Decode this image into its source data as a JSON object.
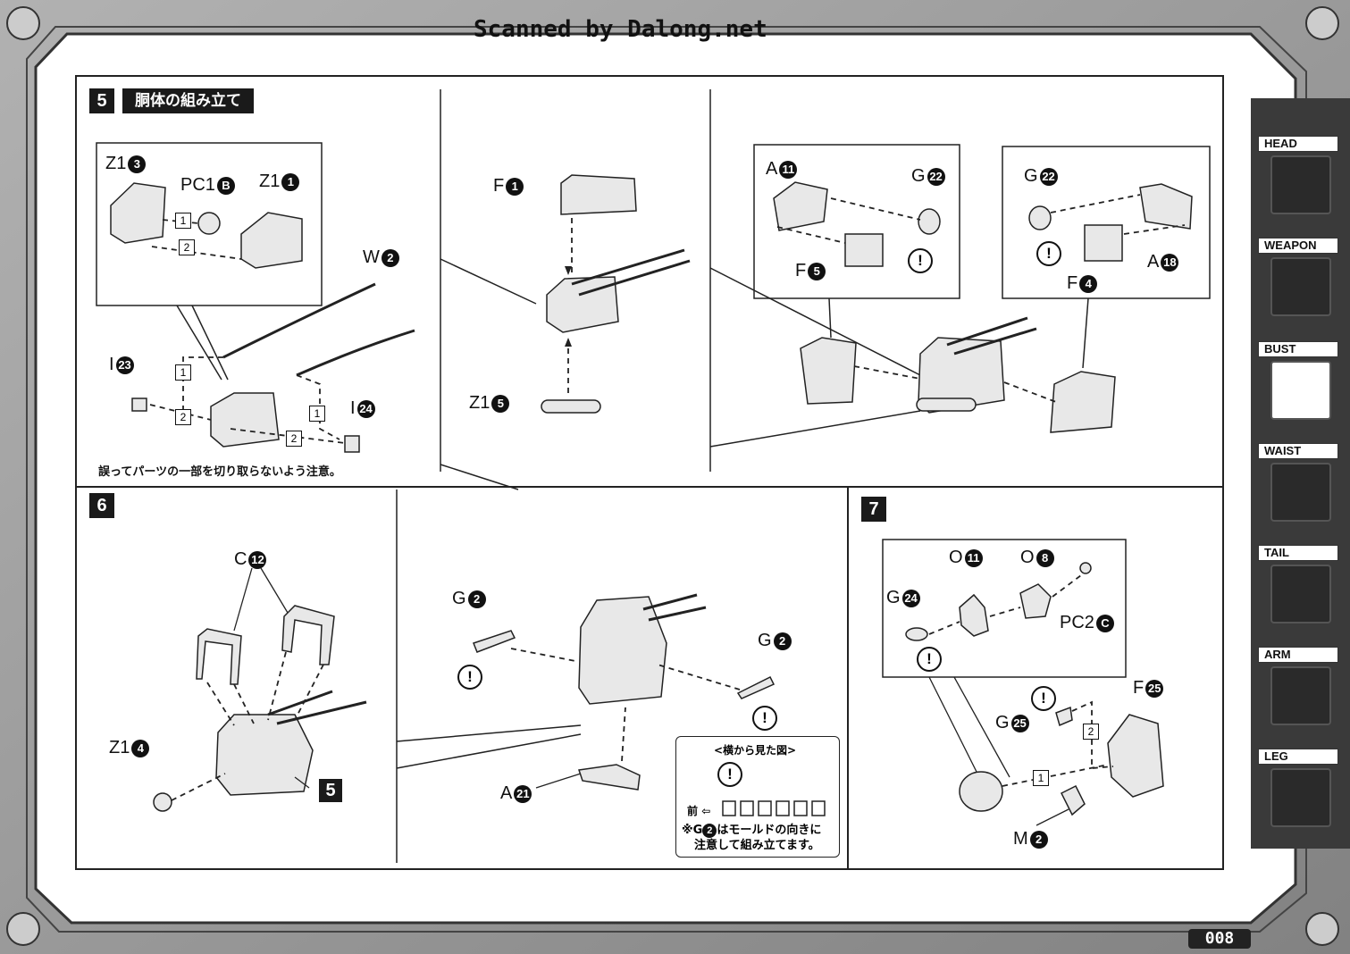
{
  "scanner_credit": "Scanned by Dalong.net",
  "page_number": "008",
  "side_nav": [
    {
      "label": "HEAD",
      "icon": "head-icon",
      "active": false
    },
    {
      "label": "WEAPON",
      "icon": "weapon-icon",
      "active": false
    },
    {
      "label": "BUST",
      "icon": "bust-icon",
      "active": true
    },
    {
      "label": "WAIST",
      "icon": "waist-icon",
      "active": false
    },
    {
      "label": "TAIL",
      "icon": "tail-icon",
      "active": false
    },
    {
      "label": "ARM",
      "icon": "arm-icon",
      "active": false
    },
    {
      "label": "LEG",
      "icon": "leg-icon",
      "active": false
    }
  ],
  "step5": {
    "number": "5",
    "title": "胴体の組み立て",
    "note": "誤ってパーツの一部を切り取らないよう注意。",
    "parts": {
      "z1_3": {
        "letter": "Z1",
        "num": "3"
      },
      "pc1_b": {
        "letter": "PC1",
        "num": "B"
      },
      "z1_1": {
        "letter": "Z1",
        "num": "1"
      },
      "w_2": {
        "letter": "W",
        "num": "2"
      },
      "i_23": {
        "letter": "I",
        "num": "23"
      },
      "i_24": {
        "letter": "I",
        "num": "24"
      },
      "f_1": {
        "letter": "F",
        "num": "1"
      },
      "z1_5": {
        "letter": "Z1",
        "num": "5"
      },
      "a_11": {
        "letter": "A",
        "num": "11"
      },
      "g_22a": {
        "letter": "G",
        "num": "22"
      },
      "f_5": {
        "letter": "F",
        "num": "5"
      },
      "g_22b": {
        "letter": "G",
        "num": "22"
      },
      "a_18": {
        "letter": "A",
        "num": "18"
      },
      "f_4": {
        "letter": "F",
        "num": "4"
      }
    }
  },
  "step6": {
    "number": "6",
    "parts": {
      "c_12": {
        "letter": "C",
        "num": "12"
      },
      "z1_4": {
        "letter": "Z1",
        "num": "4"
      },
      "g_2a": {
        "letter": "G",
        "num": "2"
      },
      "g_2b": {
        "letter": "G",
        "num": "2"
      },
      "a_21": {
        "letter": "A",
        "num": "21"
      }
    },
    "ref": "5",
    "sideview_title": "<横から見た図>",
    "front_label": "前",
    "sideview_note_prefix": "※G",
    "sideview_note_num": "2",
    "sideview_note_line1": "はモールドの向きに",
    "sideview_note_line2": "注意して組み立てます。"
  },
  "step7": {
    "number": "7",
    "parts": {
      "o_11": {
        "letter": "O",
        "num": "11"
      },
      "o_8": {
        "letter": "O",
        "num": "8"
      },
      "g_24": {
        "letter": "G",
        "num": "24"
      },
      "pc2_c": {
        "letter": "PC2",
        "num": "C"
      },
      "f_25": {
        "letter": "F",
        "num": "25"
      },
      "g_25": {
        "letter": "G",
        "num": "25"
      },
      "m_2": {
        "letter": "M",
        "num": "2"
      }
    }
  },
  "order_marks": {
    "one": "1",
    "two": "2"
  },
  "warning_symbol": "!"
}
